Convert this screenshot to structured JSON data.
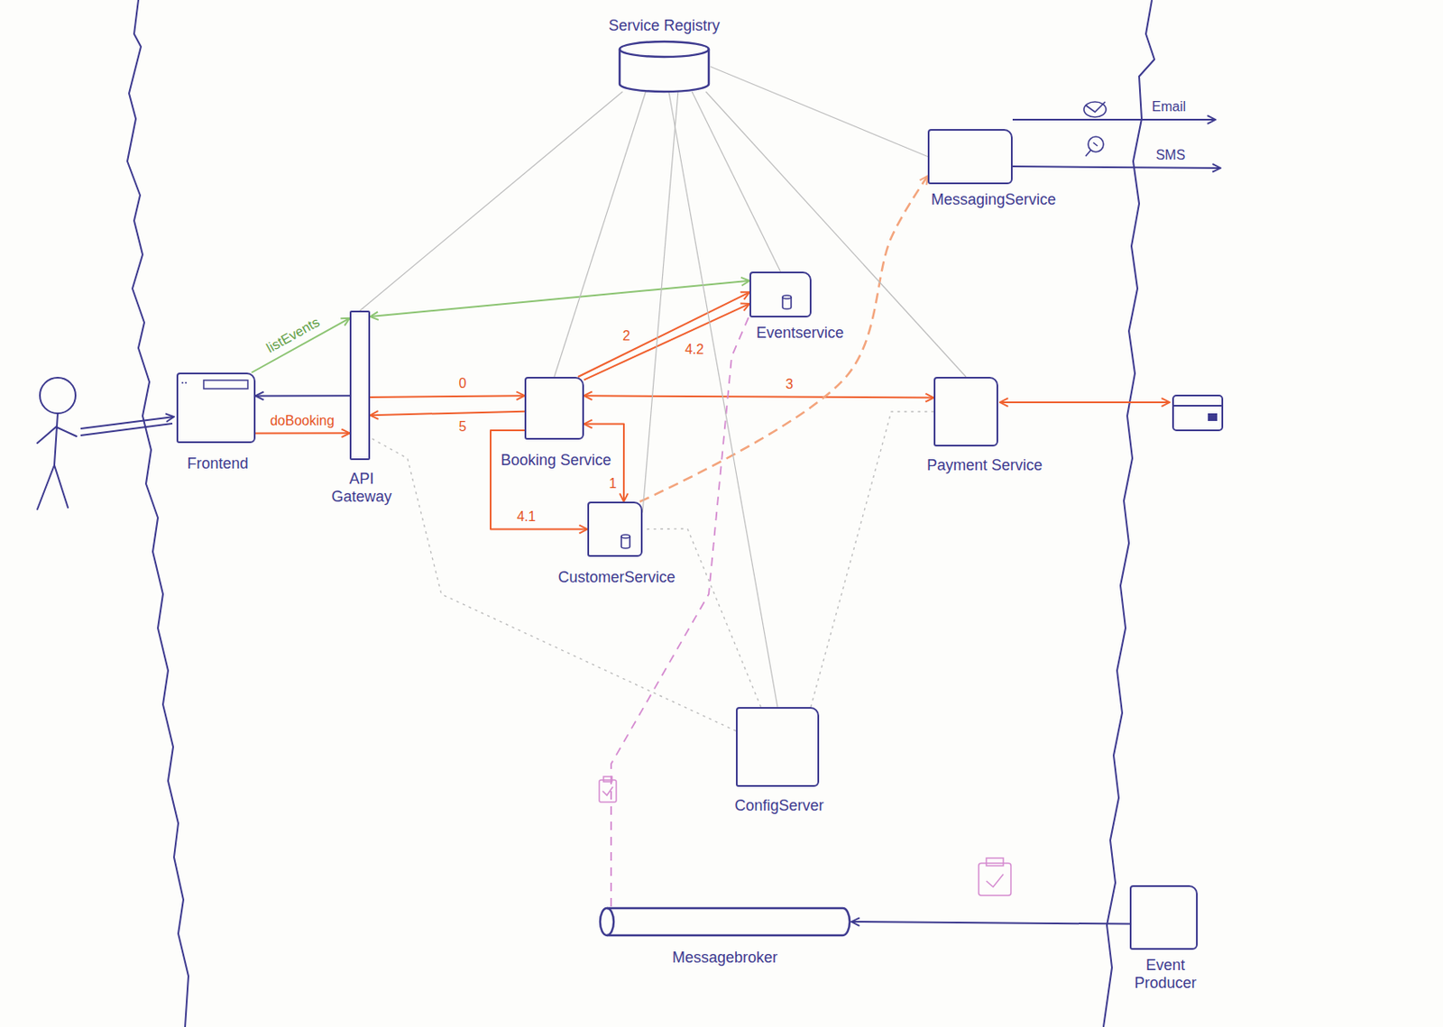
{
  "diagram": {
    "nodes": [
      {
        "text": [
          "Service Registry"
        ]
      },
      {
        "text": [
          "MessagingService"
        ]
      },
      {
        "text": [
          "Eventservice"
        ]
      },
      {
        "text": [
          "Frontend"
        ]
      },
      {
        "text": [
          "API Gateway"
        ]
      },
      {
        "text": [
          "Booking Service"
        ]
      },
      {
        "text": [
          "Payment Service"
        ]
      },
      {
        "text": [
          "CustomerService"
        ]
      },
      {
        "text": [
          "ConfigServer"
        ]
      },
      {
        "text": [
          "Messagebroker"
        ]
      },
      {
        "text": [
          "Event Producer"
        ]
      }
    ],
    "edges": [
      {
        "from": 4,
        "to": 3,
        "arrow": "to"
      },
      {
        "from": 3,
        "to": 4,
        "label": "doBooking",
        "arrow": "to"
      },
      {
        "from": 3,
        "to": 4,
        "label": "listEvents",
        "arrow": "to"
      },
      {
        "from": 4,
        "to": 2,
        "arrow": "both"
      },
      {
        "from": 4,
        "to": 5,
        "label": "0",
        "arrow": "to"
      },
      {
        "from": 5,
        "to": 4,
        "label": "5",
        "arrow": "to"
      },
      {
        "from": 5,
        "to": 7,
        "label": "1",
        "arrow": "both"
      },
      {
        "from": 5,
        "to": 7,
        "label": "4.1",
        "arrow": "to"
      },
      {
        "from": 5,
        "to": 2,
        "label": "2",
        "arrow": "to"
      },
      {
        "from": 5,
        "to": 2,
        "label": "4.2",
        "arrow": "to"
      },
      {
        "from": 5,
        "to": 6,
        "label": "3",
        "arrow": "both"
      },
      {
        "from": 7,
        "to": 1,
        "arrow": "to"
      },
      {
        "from": 9,
        "to": 2,
        "arrow": "none"
      },
      {
        "from": 10,
        "to": 9,
        "arrow": "to"
      },
      {
        "from": 0,
        "to": 4,
        "arrow": "none"
      },
      {
        "from": 0,
        "to": 2,
        "arrow": "none"
      },
      {
        "from": 0,
        "to": 5,
        "arrow": "none"
      },
      {
        "from": 0,
        "to": 7,
        "arrow": "none"
      },
      {
        "from": 0,
        "to": 6,
        "arrow": "none"
      },
      {
        "from": 0,
        "to": 1,
        "arrow": "none"
      },
      {
        "from": 0,
        "to": 8,
        "arrow": "none"
      },
      {
        "from": 8,
        "to": 4,
        "arrow": "none"
      },
      {
        "from": 8,
        "to": 7,
        "arrow": "none"
      },
      {
        "from": 8,
        "to": 6,
        "arrow": "none"
      }
    ],
    "labels": [
      "Email",
      "SMS"
    ]
  }
}
